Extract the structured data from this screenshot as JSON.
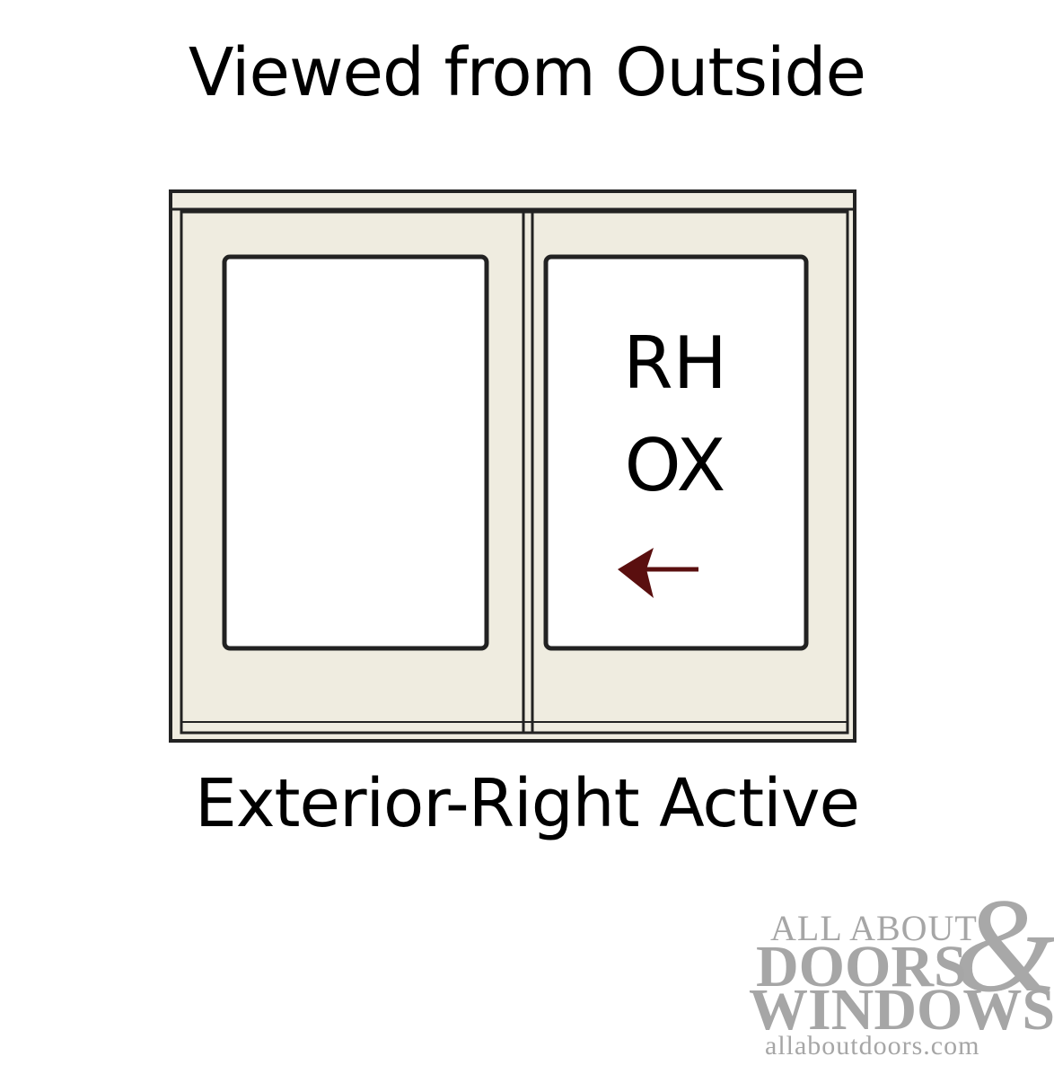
{
  "heading_top": "Viewed from Outside",
  "heading_bottom": "Exterior-Right Active",
  "window": {
    "active_panel": {
      "hand": "RH",
      "configuration": "OX",
      "arrow_direction": "left"
    },
    "colors": {
      "frame_fill": "#efece0",
      "frame_stroke": "#222222",
      "glass": "#ffffff",
      "arrow": "#5a0f0f"
    }
  },
  "logo": {
    "line1": "ALL ABOUT",
    "ampersand": "&",
    "line2": "DOORS",
    "line3": "WINDOWS",
    "url": "allaboutdoors.com",
    "color": "#a6a6a6"
  }
}
